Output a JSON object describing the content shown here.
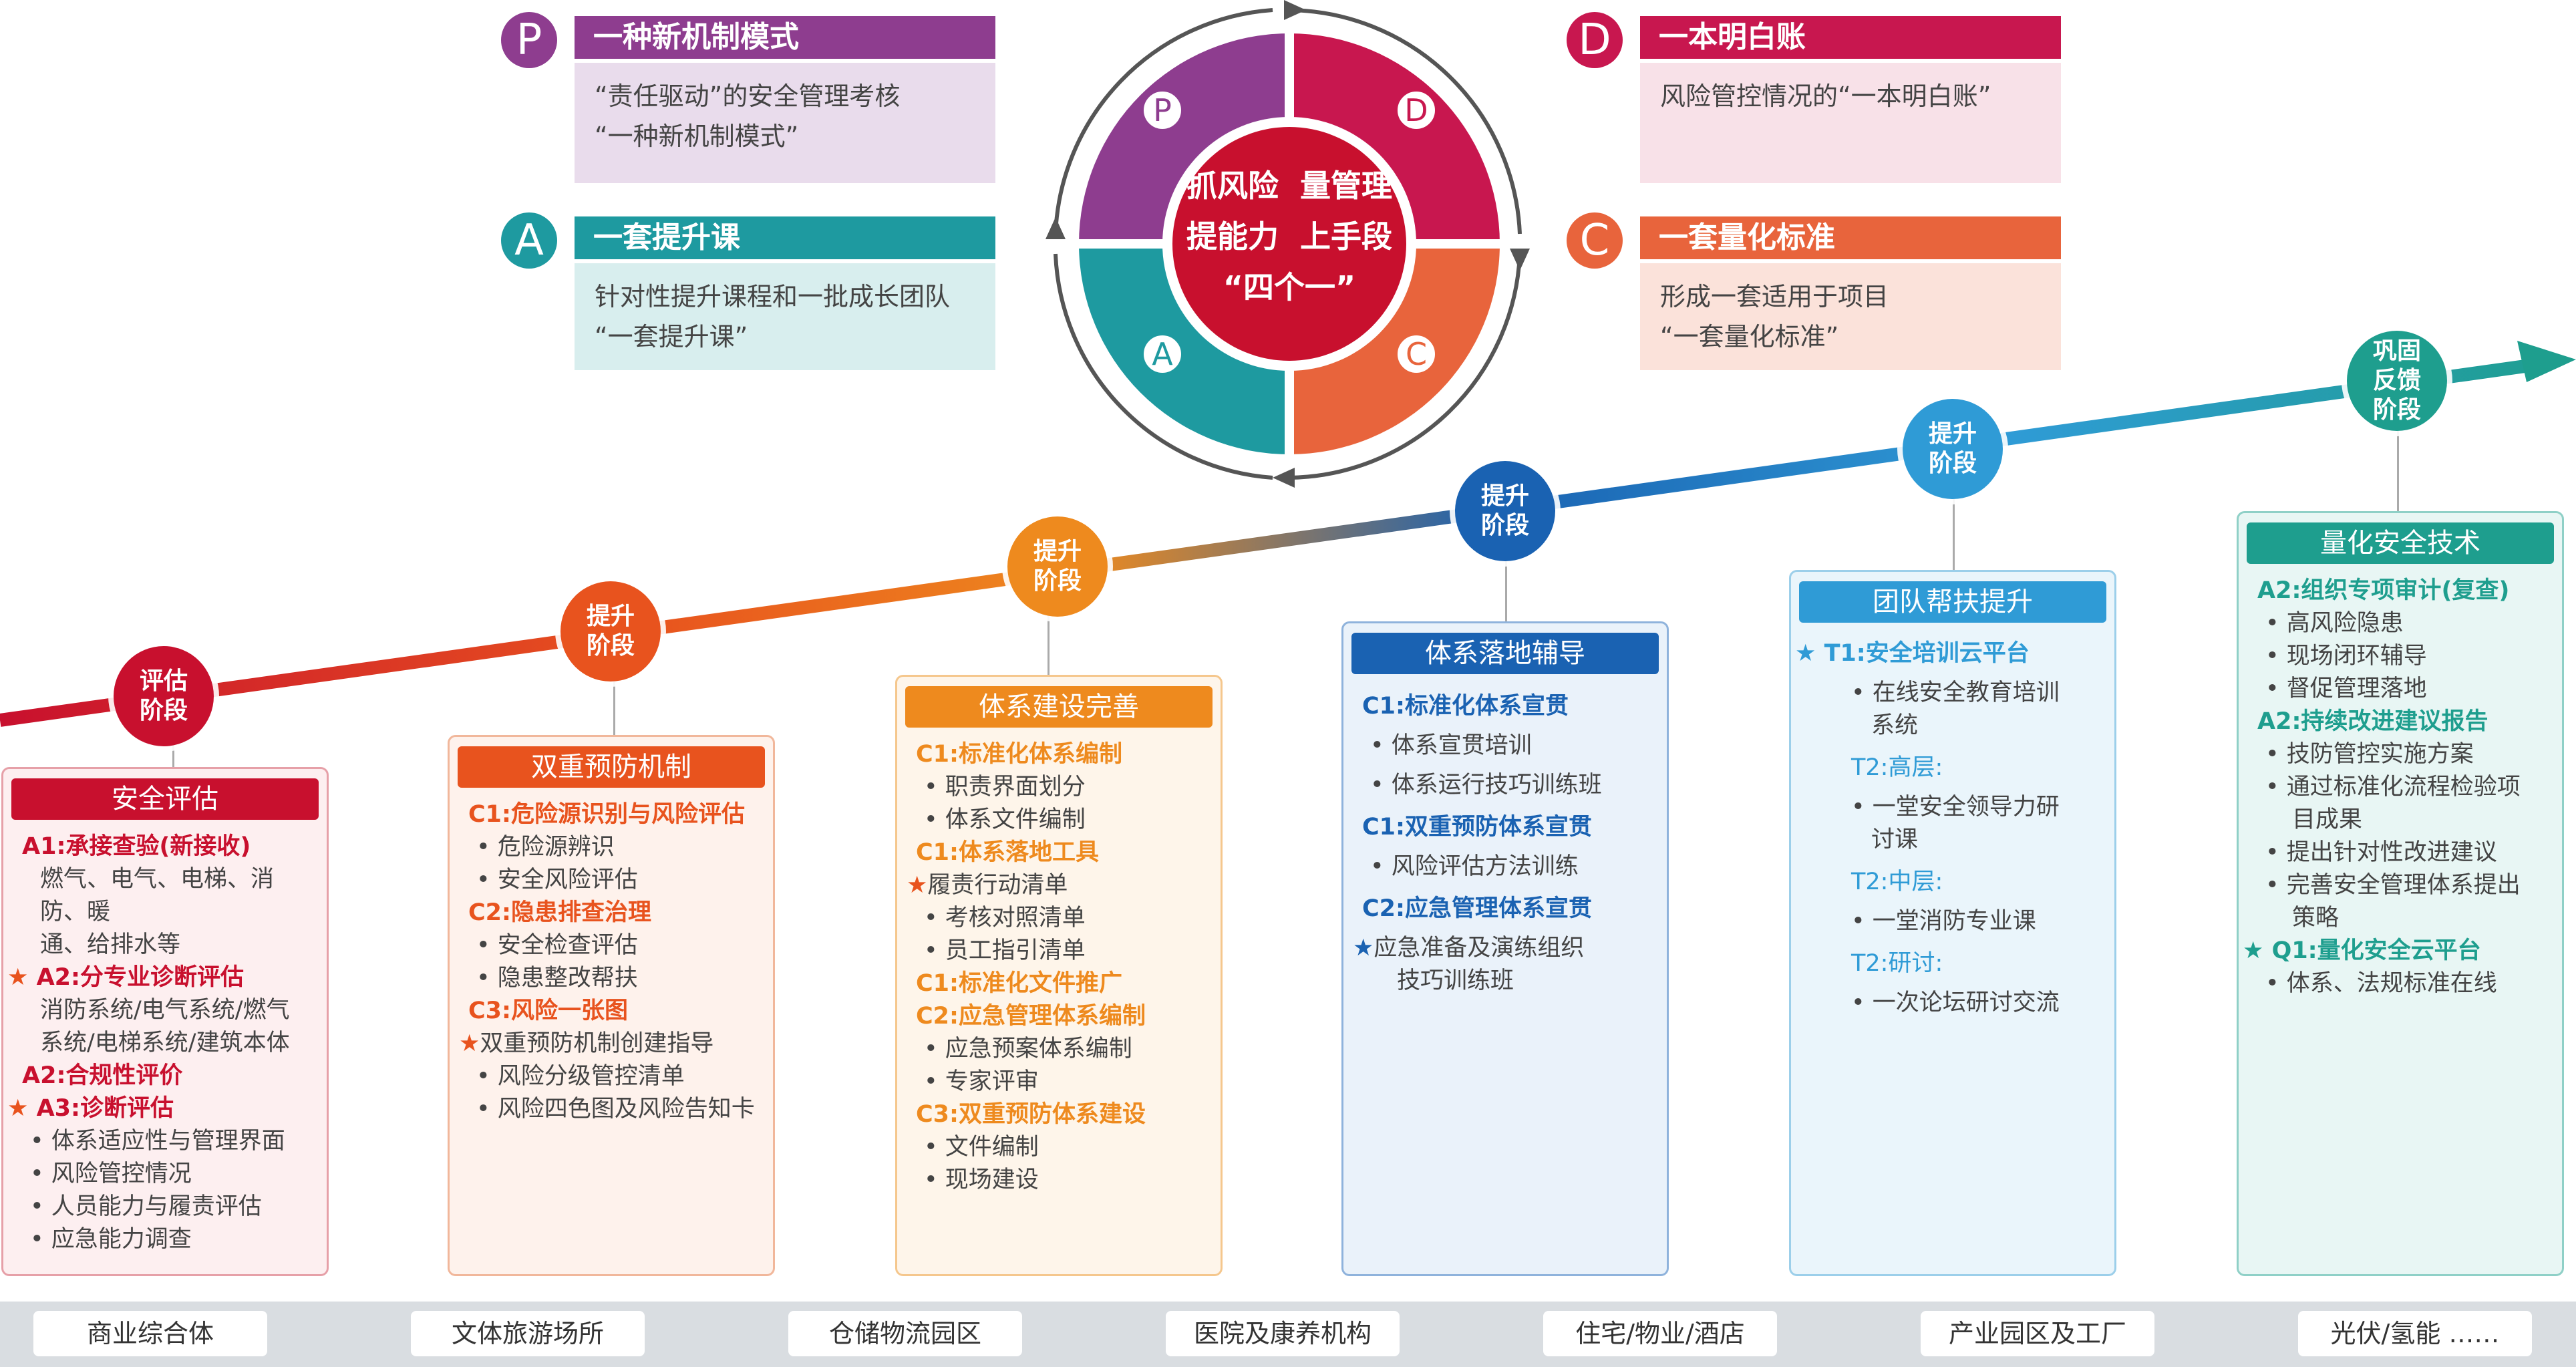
{
  "center": {
    "line1": "抓风险  量管理",
    "line2": "提能力  上手段",
    "line3": "“四个一”",
    "letters": [
      "P",
      "D",
      "A",
      "C"
    ]
  },
  "pdca": {
    "p": {
      "letter": "P",
      "title": "一种新机制模式",
      "line1": "“责任驱动”的安全管理考核",
      "line2": "“一种新机制模式”",
      "color": "#8e3d8f",
      "light": "#e9dcec"
    },
    "d": {
      "letter": "D",
      "title": "一本明白账",
      "line1": "风险管控情况的“一本明白账”",
      "color": "#c8174f",
      "light": "#f8e1e8"
    },
    "a": {
      "letter": "A",
      "title": "一套提升课",
      "line1": "针对性提升课程和一批成长团队",
      "line2": "“一套提升课”",
      "color": "#1e9aa0",
      "light": "#d8eeee"
    },
    "c": {
      "letter": "C",
      "title": "一套量化标准",
      "line1": "形成一套适用于项目",
      "line2": "“一套量化标准”",
      "color": "#e8643c",
      "light": "#fbe2da"
    }
  },
  "nodes": [
    {
      "label": "评估阶段",
      "color": "#c8102e"
    },
    {
      "label": "提升阶段",
      "color": "#e8531e"
    },
    {
      "label": "提升阶段",
      "color": "#ee8a1e"
    },
    {
      "label": "提升阶段",
      "color": "#1a62b2"
    },
    {
      "label": "提升阶段",
      "color": "#2f9bd6"
    },
    {
      "label": "巩固反馈阶段",
      "color": "#1e9e8e"
    }
  ],
  "panels": [
    {
      "title": "安全评估",
      "items": [
        {
          "t": "A1:承接查验(新接收)",
          "k": "h"
        },
        {
          "t": "燃气、电气、电梯、消防、暖",
          "k": "p"
        },
        {
          "t": "通、给排水等",
          "k": "p"
        },
        {
          "t": "★ A2:分专业诊断评估",
          "k": "hs"
        },
        {
          "t": "消防系统/电气系统/燃气",
          "k": "p"
        },
        {
          "t": "系统/电梯系统/建筑本体",
          "k": "p"
        },
        {
          "t": "A2:合规性评价",
          "k": "h"
        },
        {
          "t": "★ A3:诊断评估",
          "k": "hs"
        },
        {
          "t": "• 体系适应性与管理界面",
          "k": "b"
        },
        {
          "t": "• 风险管控情况",
          "k": "b"
        },
        {
          "t": "• 人员能力与履责评估",
          "k": "b"
        },
        {
          "t": "• 应急能力调查",
          "k": "b"
        }
      ]
    },
    {
      "title": "双重预防机制",
      "items": [
        {
          "t": "C1:危险源识别与风险评估",
          "k": "h"
        },
        {
          "t": "• 危险源辨识",
          "k": "b"
        },
        {
          "t": "• 安全风险评估",
          "k": "b"
        },
        {
          "t": "C2:隐患排查治理",
          "k": "h"
        },
        {
          "t": "• 安全检查评估",
          "k": "b"
        },
        {
          "t": "• 隐患整改帮扶",
          "k": "b"
        },
        {
          "t": "C3:风险一张图",
          "k": "h"
        },
        {
          "t": "★双重预防机制创建指导",
          "k": "s"
        },
        {
          "t": "• 风险分级管控清单",
          "k": "b"
        },
        {
          "t": "• 风险四色图及风险告知卡",
          "k": "b"
        }
      ]
    },
    {
      "title": "体系建设完善",
      "items": [
        {
          "t": "C1:标准化体系编制",
          "k": "h"
        },
        {
          "t": "• 职责界面划分",
          "k": "b"
        },
        {
          "t": "• 体系文件编制",
          "k": "b"
        },
        {
          "t": "C1:体系落地工具",
          "k": "h"
        },
        {
          "t": "★履责行动清单",
          "k": "s"
        },
        {
          "t": "• 考核对照清单",
          "k": "b"
        },
        {
          "t": "• 员工指引清单",
          "k": "b"
        },
        {
          "t": "C1:标准化文件推广",
          "k": "h"
        },
        {
          "t": "C2:应急管理体系编制",
          "k": "h"
        },
        {
          "t": "• 应急预案体系编制",
          "k": "b"
        },
        {
          "t": "• 专家评审",
          "k": "b"
        },
        {
          "t": "C3:双重预防体系建设",
          "k": "h"
        },
        {
          "t": "• 文件编制",
          "k": "b"
        },
        {
          "t": "• 现场建设",
          "k": "b"
        }
      ]
    },
    {
      "title": "体系落地辅导",
      "items": [
        {
          "t": "C1:标准化体系宣贯",
          "k": "h"
        },
        {
          "t": "• 体系宣贯培训",
          "k": "b"
        },
        {
          "t": "• 体系运行技巧训练班",
          "k": "b"
        },
        {
          "t": "C1:双重预防体系宣贯",
          "k": "h"
        },
        {
          "t": "• 风险评估方法训练",
          "k": "b"
        },
        {
          "t": "C2:应急管理体系宣贯",
          "k": "h"
        },
        {
          "t": "★应急准备及演练组织",
          "k": "s"
        },
        {
          "t": "技巧训练班",
          "k": "c"
        }
      ]
    },
    {
      "title": "团队帮扶提升",
      "items": [
        {
          "t": "★ T1:安全培训云平台",
          "k": "hs"
        },
        {
          "t": "• 在线安全教育培训",
          "k": "b2"
        },
        {
          "t": "系统",
          "k": "c2"
        },
        {
          "t": "T2:高层:",
          "k": "hi"
        },
        {
          "t": "• 一堂安全领导力研",
          "k": "b2"
        },
        {
          "t": "讨课",
          "k": "c2"
        },
        {
          "t": "T2:中层:",
          "k": "hi"
        },
        {
          "t": "• 一堂消防专业课",
          "k": "b2"
        },
        {
          "t": "T2:研讨:",
          "k": "hi"
        },
        {
          "t": "• 一次论坛研讨交流",
          "k": "b2"
        }
      ]
    },
    {
      "title": "量化安全技术",
      "items": [
        {
          "t": "A2:组织专项审计(复查)",
          "k": "h"
        },
        {
          "t": "• 高风险隐患",
          "k": "b"
        },
        {
          "t": "• 现场闭环辅导",
          "k": "b"
        },
        {
          "t": "• 督促管理落地",
          "k": "b"
        },
        {
          "t": "A2:持续改进建议报告",
          "k": "h"
        },
        {
          "t": "• 技防管控实施方案",
          "k": "b"
        },
        {
          "t": "• 通过标准化流程检验项",
          "k": "b"
        },
        {
          "t": "目成果",
          "k": "c"
        },
        {
          "t": "• 提出针对性改进建议",
          "k": "b"
        },
        {
          "t": "• 完善安全管理体系提出",
          "k": "b"
        },
        {
          "t": "策略",
          "k": "c"
        },
        {
          "t": "★ Q1:量化安全云平台",
          "k": "hs"
        },
        {
          "t": "• 体系、法规标准在线",
          "k": "b"
        }
      ]
    }
  ],
  "bottom": [
    "商业综合体",
    "文体旅游场所",
    "仓储物流园区",
    "医院及康养机构",
    "住宅/物业/酒店",
    "产业园区及工厂",
    "光伏/氢能 ……"
  ]
}
